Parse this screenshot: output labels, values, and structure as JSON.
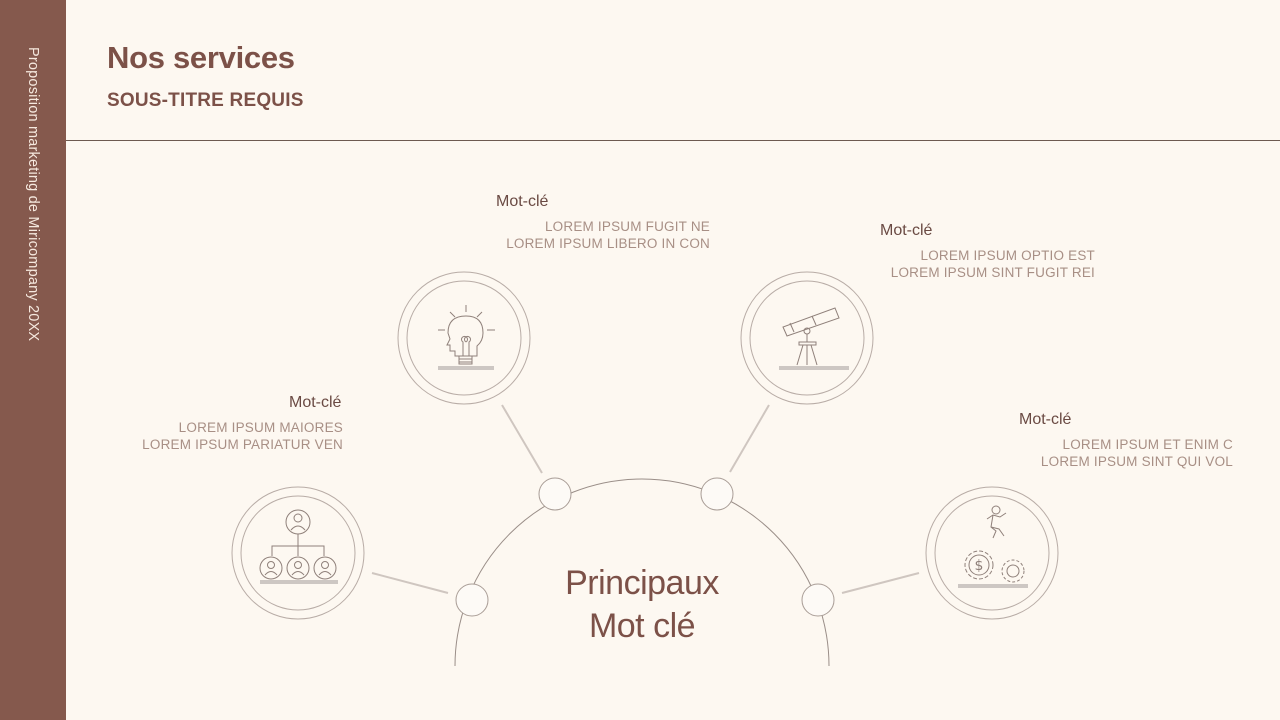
{
  "sidebar": {
    "text": "Proposition marketing de Miricompany 20XX",
    "color": "#85594d"
  },
  "header": {
    "title": "Nos services",
    "subtitle": "SOUS-TITRE REQUIS"
  },
  "diagram": {
    "center": {
      "line1": "Principaux",
      "line2": "Mot clé"
    },
    "nodes": [
      {
        "position": "left",
        "icon": "org-chart-icon",
        "keyword": "Mot-clé",
        "line1": "LOREM IPSUM MAIORES",
        "line2": "LOREM IPSUM PARIATUR VEN"
      },
      {
        "position": "top-left",
        "icon": "head-lightbulb-icon",
        "keyword": "Mot-clé",
        "line1": "LOREM IPSUM FUGIT NE",
        "line2": "LOREM IPSUM LIBERO IN CON"
      },
      {
        "position": "top-right",
        "icon": "telescope-icon",
        "keyword": "Mot-clé",
        "line1": "LOREM IPSUM OPTIO EST",
        "line2": "LOREM IPSUM SINT FUGIT REI"
      },
      {
        "position": "right",
        "icon": "person-gears-dollar-icon",
        "keyword": "Mot-clé",
        "line1": "LOREM IPSUM ET ENIM C",
        "line2": "LOREM IPSUM SINT QUI VOL"
      }
    ]
  },
  "colors": {
    "background": "#fdf8f1",
    "accent": "#7c5148",
    "muted_text": "#a88f85",
    "line": "#b5aaa3"
  }
}
